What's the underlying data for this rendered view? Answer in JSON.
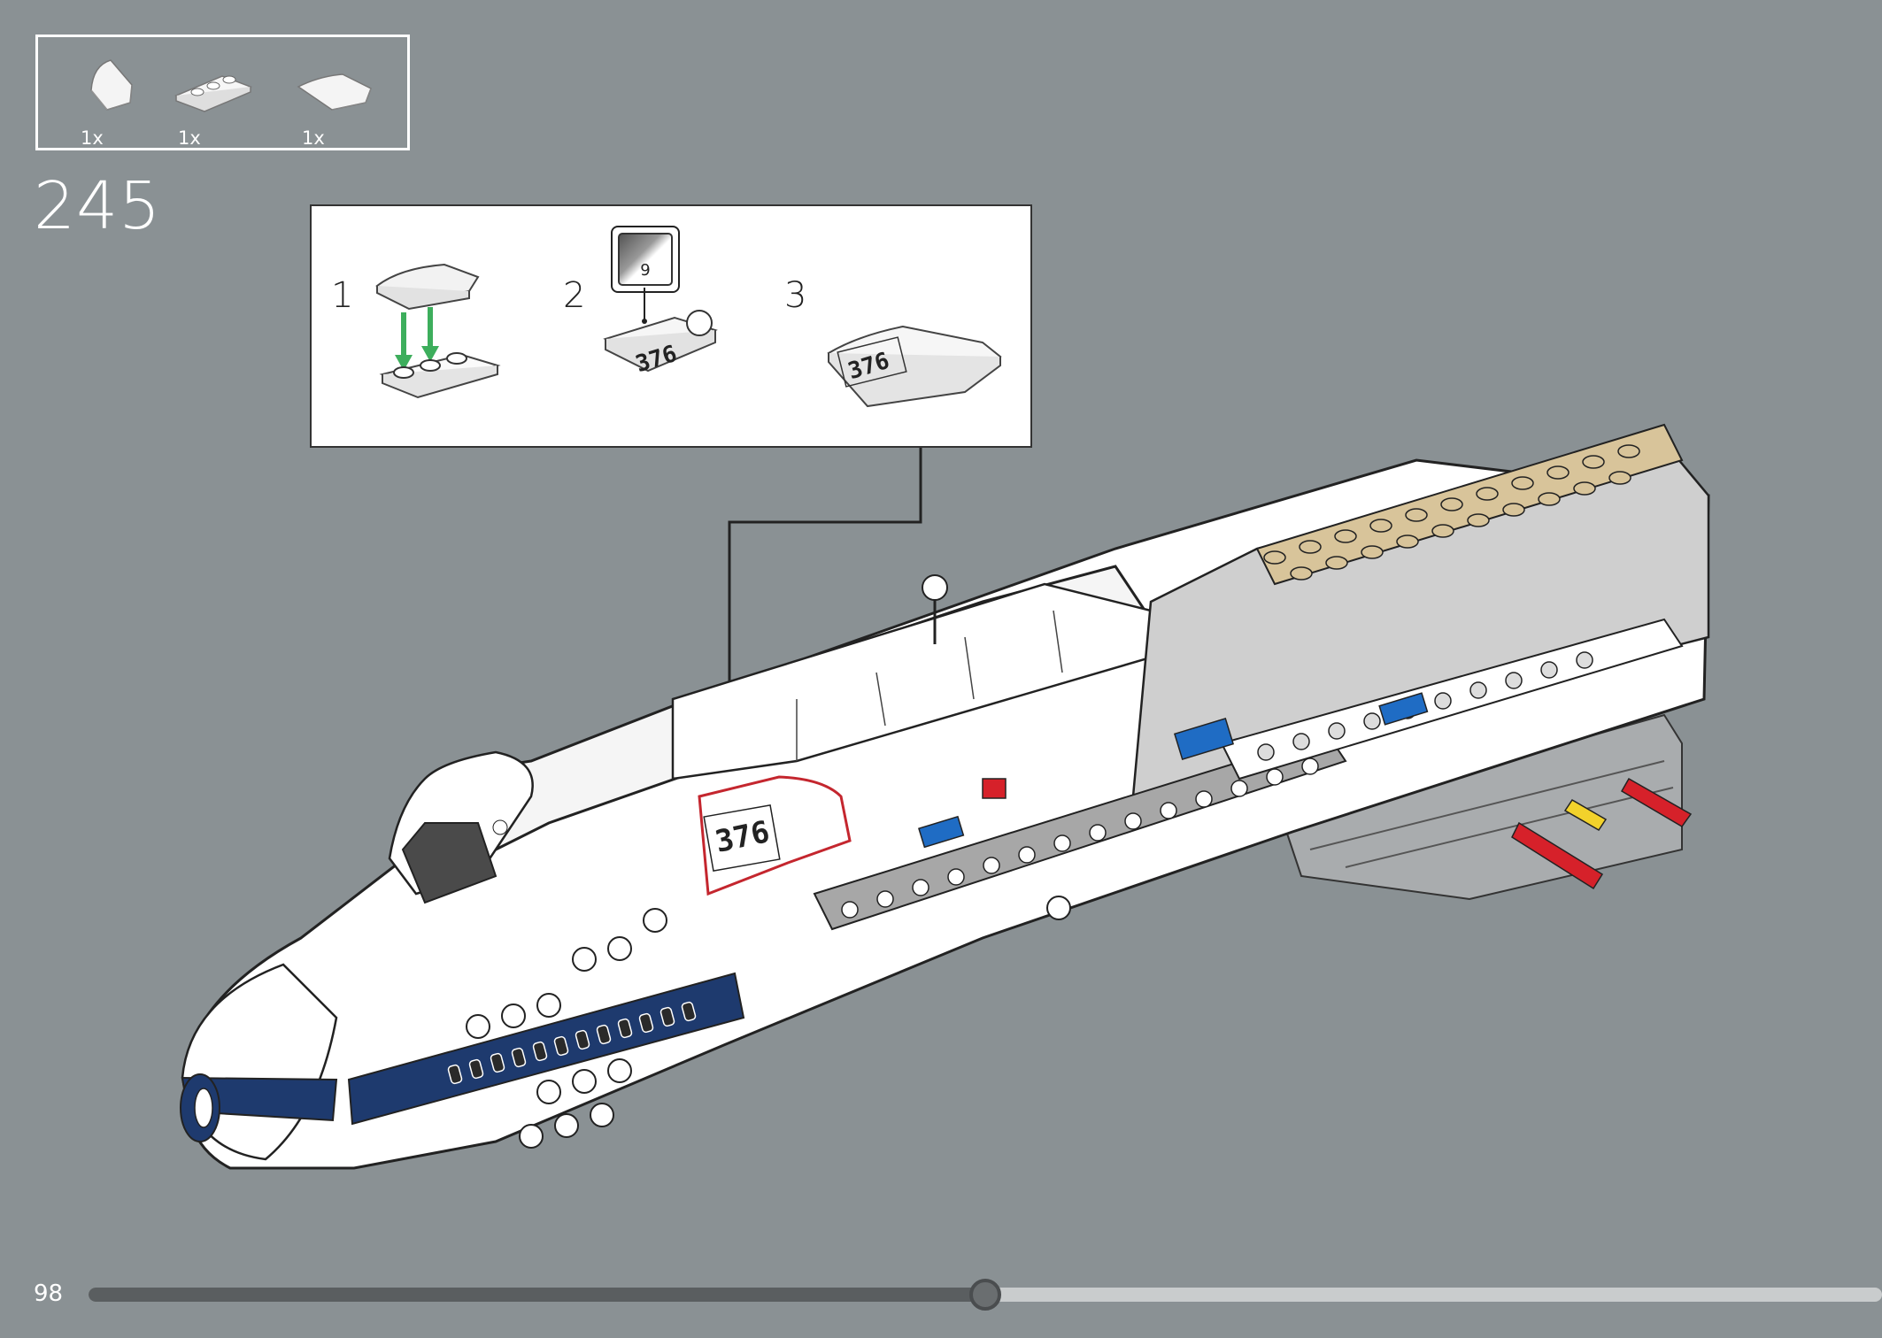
{
  "parts_list": [
    {
      "icon": "curved-slope-1x2-icon",
      "qty": "1x"
    },
    {
      "icon": "plate-1x3-icon",
      "qty": "1x"
    },
    {
      "icon": "curved-slope-2x2-icon",
      "qty": "1x"
    }
  ],
  "step_number": "245",
  "substeps": [
    {
      "label": "1"
    },
    {
      "label": "2",
      "sticker": "9",
      "decal": "376"
    },
    {
      "label": "3",
      "decal": "376"
    }
  ],
  "model_decal": "376",
  "footer": {
    "page_number": "98",
    "progress": 0.5
  },
  "colors": {
    "background": "#8a9194",
    "callout_arrow": "#3dae5c",
    "highlight": "#c4262e",
    "navy": "#1e3a6e",
    "tan": "#d8c49a",
    "blue": "#1f6cc4",
    "red": "#d6212a",
    "yellow": "#f2d22b"
  }
}
